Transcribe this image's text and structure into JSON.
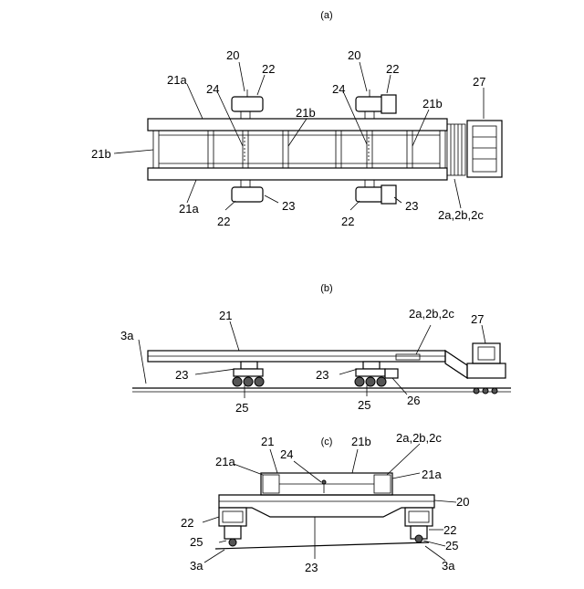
{
  "panel_a": {
    "caption": "(a)",
    "labels": {
      "l20_left": "20",
      "l22_top_left": "22",
      "l20_right": "20",
      "l22_top_right": "22",
      "l27": "27",
      "l21a_top": "21a",
      "l24_left": "24",
      "l24_right": "24",
      "l21b_mid": "21b",
      "l21b_right": "21b",
      "l21b_left": "21b",
      "l21a_bottom": "21a",
      "l23_left": "23",
      "l23_right": "23",
      "l22_bot_left": "22",
      "l22_bot_right": "22",
      "l2abc": "2a,2b,2c"
    }
  },
  "panel_b": {
    "caption": "(b)",
    "labels": {
      "l21": "21",
      "l2abc": "2a,2b,2c",
      "l27": "27",
      "l3a": "3a",
      "l23_left": "23",
      "l23_right": "23",
      "l25_left": "25",
      "l25_right": "25",
      "l26": "26"
    }
  },
  "panel_c": {
    "caption": "(c)",
    "labels": {
      "l21": "21",
      "l21b": "21b",
      "l2abc": "2a,2b,2c",
      "l21a_left": "21a",
      "l24": "24",
      "l21a_right": "21a",
      "l20": "20",
      "l22_left": "22",
      "l22_right": "22",
      "l25_left": "25",
      "l25_right": "25",
      "l3a_left": "3a",
      "l3a_right": "3a",
      "l23": "23"
    }
  }
}
